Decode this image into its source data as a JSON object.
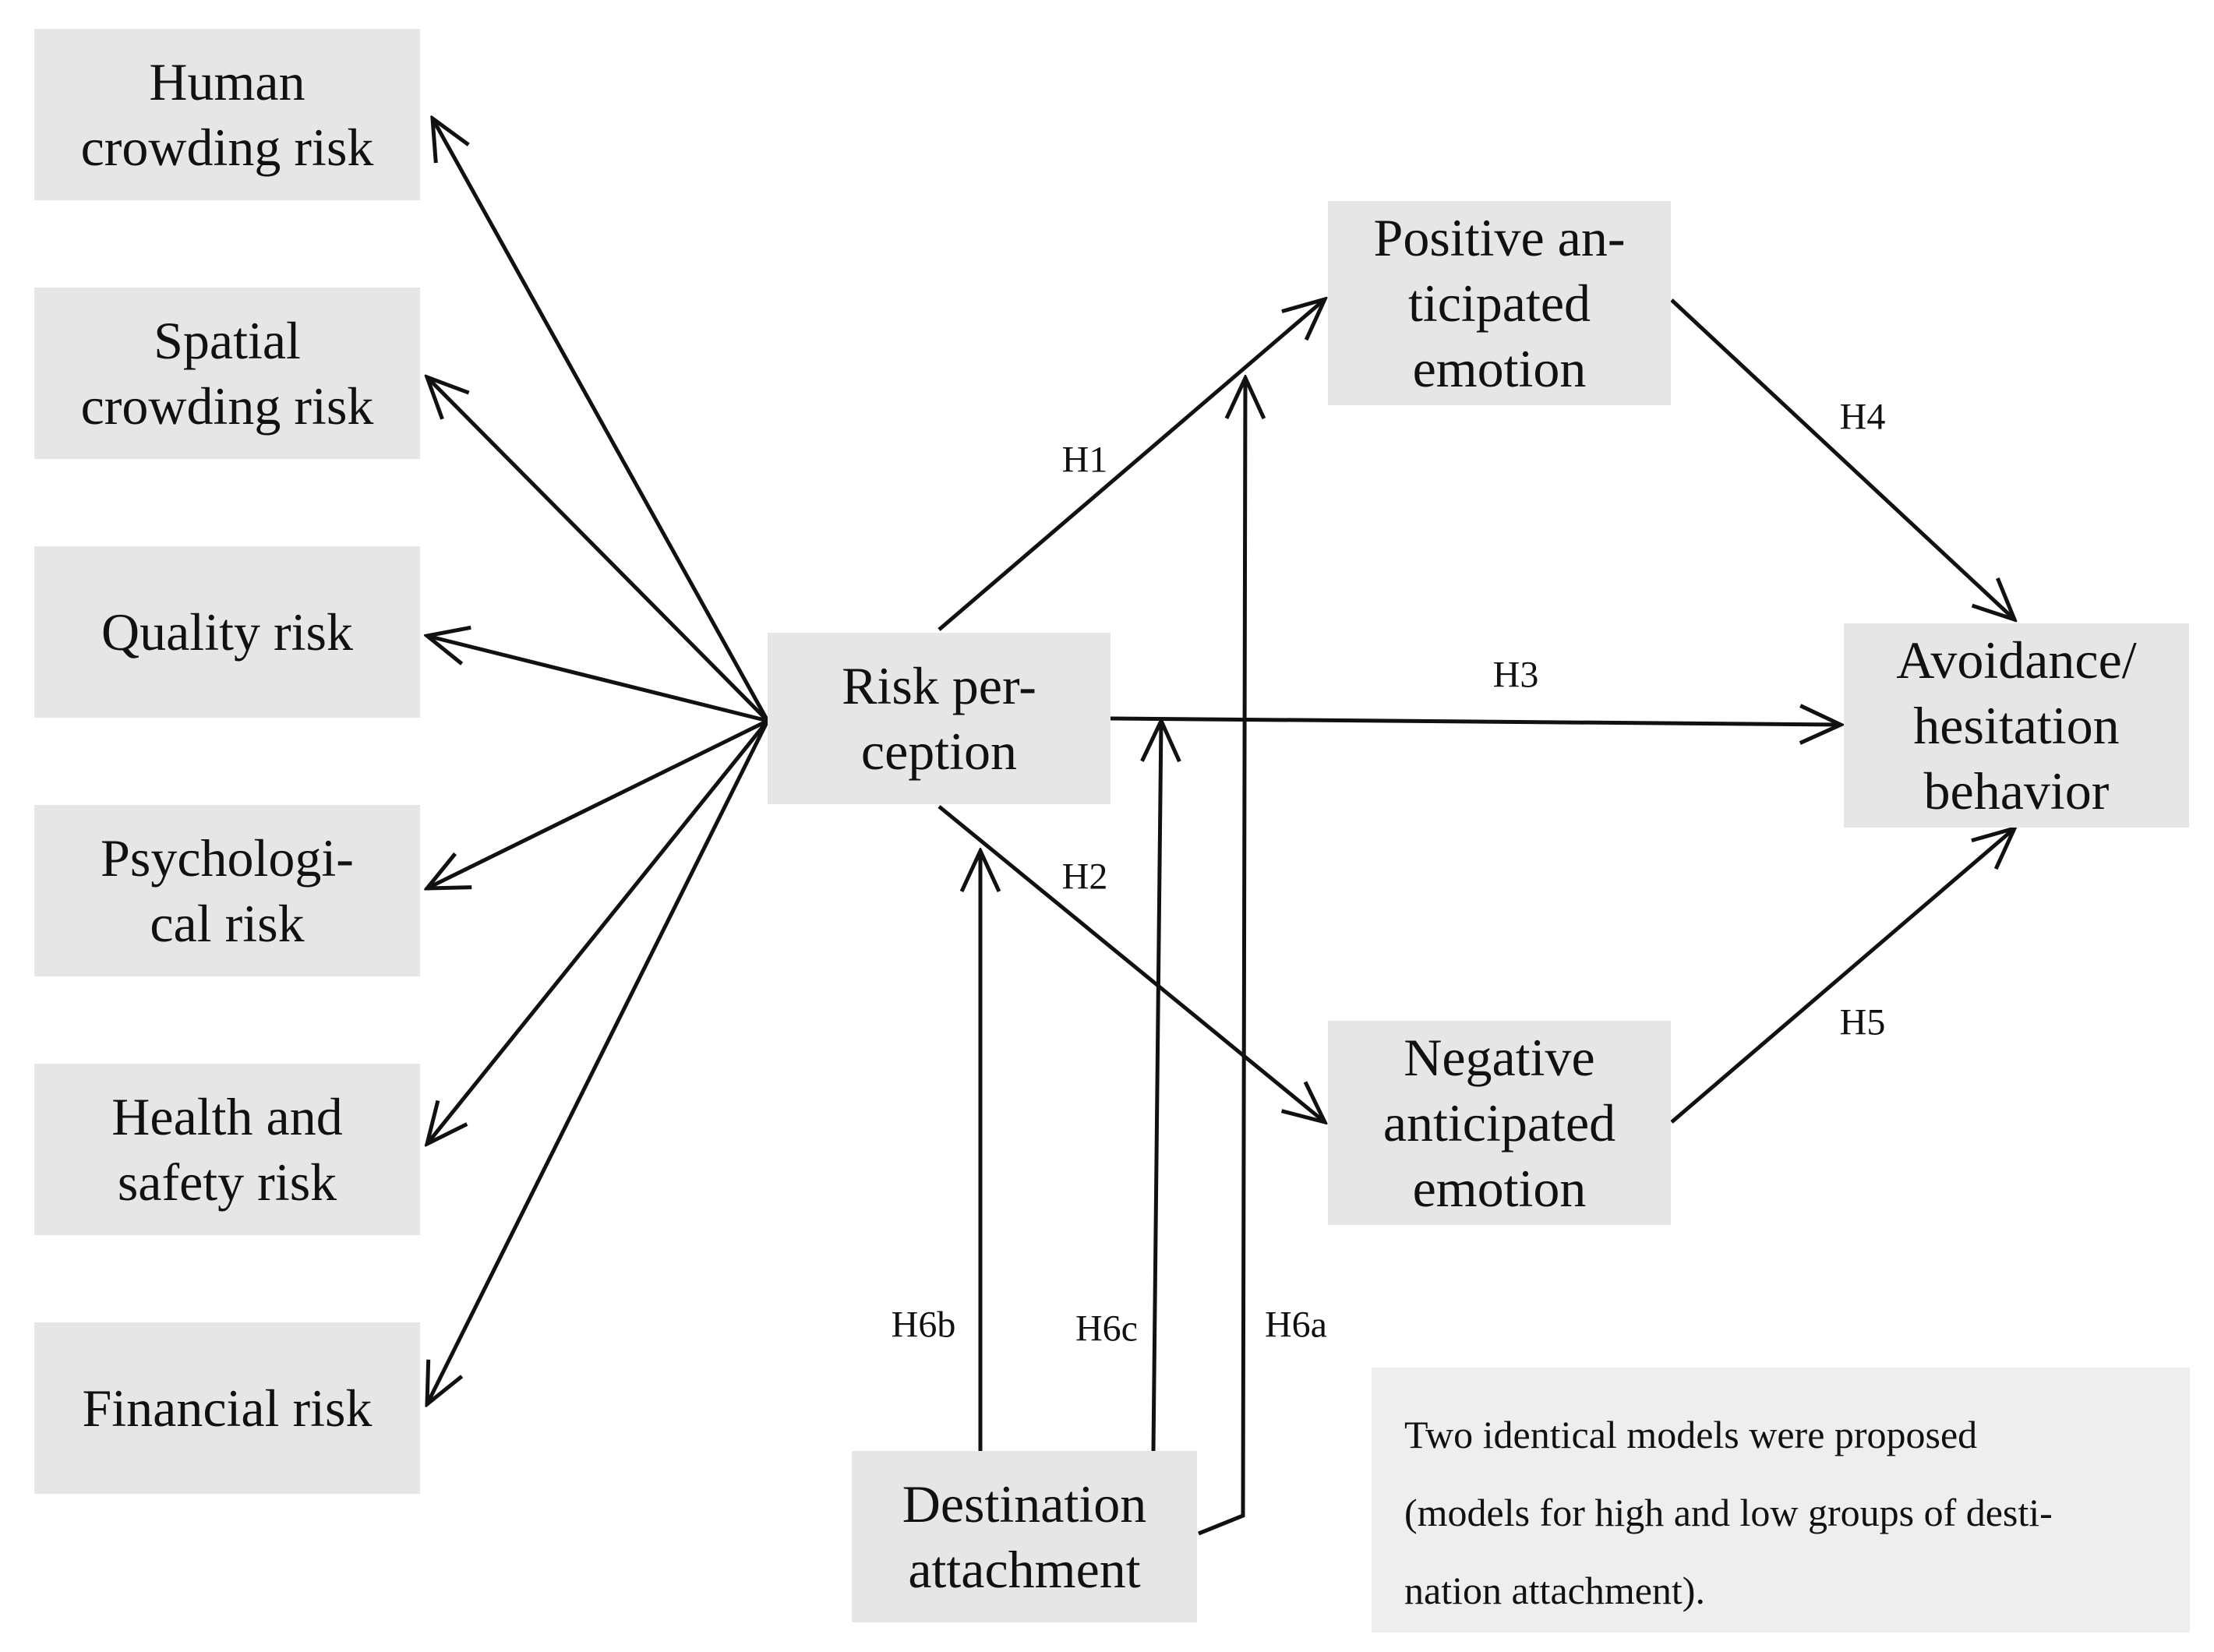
{
  "nodes": {
    "human_crowding": {
      "lines": [
        "Human",
        "crowding risk"
      ]
    },
    "spatial_crowding": {
      "lines": [
        "Spatial",
        "crowding risk"
      ]
    },
    "quality": {
      "lines": [
        "Quality risk"
      ]
    },
    "psychological": {
      "lines": [
        "Psychologi-",
        "cal risk"
      ]
    },
    "health_safety": {
      "lines": [
        "Health and",
        "safety risk"
      ]
    },
    "financial": {
      "lines": [
        "Financial risk"
      ]
    },
    "risk_perception": {
      "lines": [
        "Risk per-",
        "ception"
      ]
    },
    "positive_emotion": {
      "lines": [
        "Positive an-",
        "ticipated",
        "emotion"
      ]
    },
    "negative_emotion": {
      "lines": [
        "Negative",
        "anticipated",
        "emotion"
      ]
    },
    "avoidance": {
      "lines": [
        "Avoidance/",
        "hesitation",
        "behavior"
      ]
    },
    "destination_attachment": {
      "lines": [
        "Destination",
        "attachment"
      ]
    }
  },
  "hypotheses": {
    "h1": "H1",
    "h2": "H2",
    "h3": "H3",
    "h4": "H4",
    "h5": "H5",
    "h6a": "H6a",
    "h6b": "H6b",
    "h6c": "H6c"
  },
  "note": {
    "lines": [
      "Two identical models were proposed",
      "(models for high and low groups of desti-",
      "nation attachment)."
    ]
  },
  "colors": {
    "box_fill": "#e6e6e6",
    "note_fill": "#eeeeee",
    "line": "#111111"
  }
}
